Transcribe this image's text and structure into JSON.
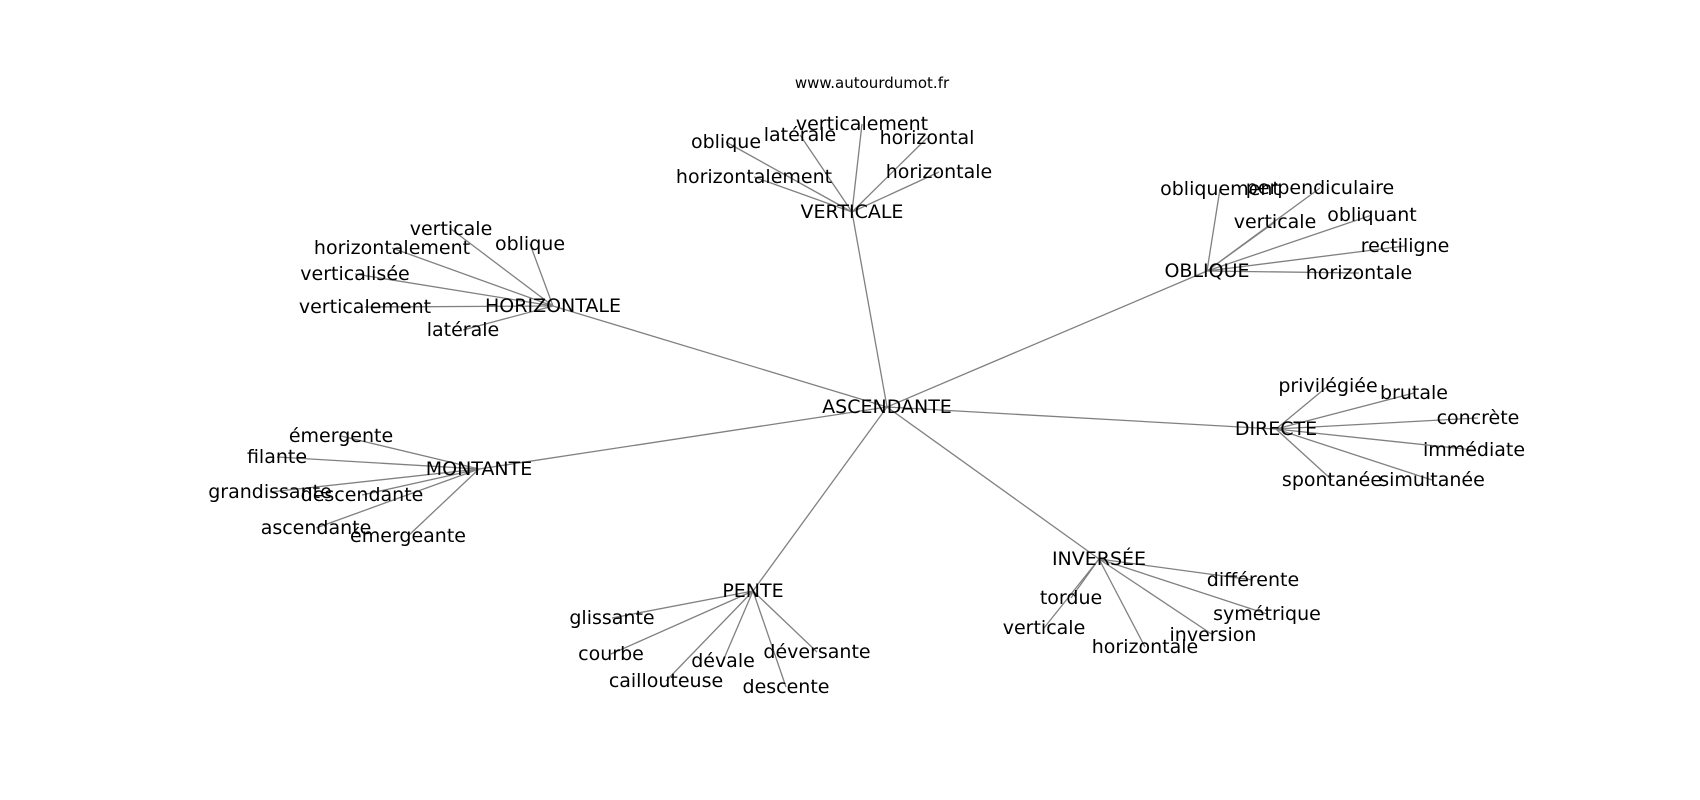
{
  "source": "www.autourdumot.fr",
  "edge_color": "#808080",
  "text_color": "#000000",
  "center": "ASCENDANTE",
  "groups": [
    {
      "hub": "VERTICALE",
      "leaves": [
        "verticalement",
        "latérale",
        "oblique",
        "horizontal",
        "horizontalement",
        "horizontale"
      ]
    },
    {
      "hub": "HORIZONTALE",
      "leaves": [
        "verticale",
        "horizontalement",
        "oblique",
        "verticalisée",
        "verticalement",
        "latérale"
      ]
    },
    {
      "hub": "OBLIQUE",
      "leaves": [
        "obliquement",
        "perpendiculaire",
        "verticale",
        "obliquant",
        "rectiligne",
        "horizontale"
      ]
    },
    {
      "hub": "DIRECTE",
      "leaves": [
        "privilégiée",
        "brutale",
        "concrète",
        "immédiate",
        "spontanée",
        "simultanée"
      ]
    },
    {
      "hub": "MONTANTE",
      "leaves": [
        "émergente",
        "filante",
        "grandissante",
        "descendante",
        "ascendante",
        "émergeante"
      ]
    },
    {
      "hub": "INVERSÉE",
      "leaves": [
        "différente",
        "tordue",
        "symétrique",
        "verticale",
        "inversion",
        "horizontale"
      ]
    },
    {
      "hub": "PENTE",
      "leaves": [
        "glissante",
        "courbe",
        "dévale",
        "déversante",
        "caillouteuse",
        "descente"
      ]
    }
  ]
}
